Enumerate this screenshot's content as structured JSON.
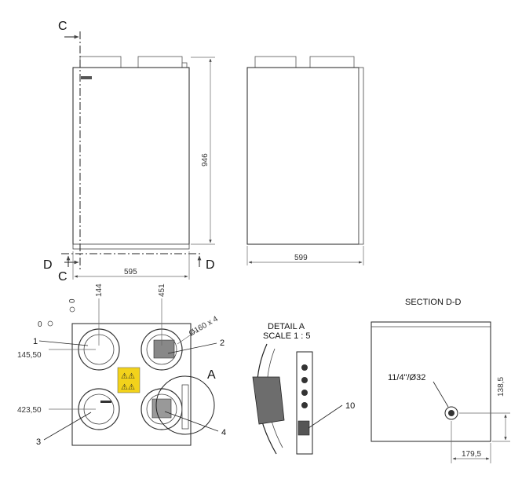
{
  "front_view": {
    "section_marker": "C",
    "section_marker_bottom": "C",
    "cut_marker_left": "D",
    "cut_marker_right": "D",
    "width": "595",
    "height": "946"
  },
  "side_view": {
    "width": "599"
  },
  "top_view": {
    "origin_x": "0",
    "origin_y": "0",
    "x1": "144",
    "x2": "451",
    "y1": "145,50",
    "y2": "423,50",
    "spigot_dim": "Ø160 x 4",
    "callouts": [
      "1",
      "2",
      "3",
      "4"
    ],
    "detail_marker": "A"
  },
  "detail_a": {
    "title": "DETAIL A",
    "scale": "SCALE 1 : 5",
    "callout": "10"
  },
  "section_dd": {
    "title": "SECTION D-D",
    "drain": "11/4\"/Ø32",
    "dim_v": "138,5",
    "dim_h": "179,5"
  }
}
